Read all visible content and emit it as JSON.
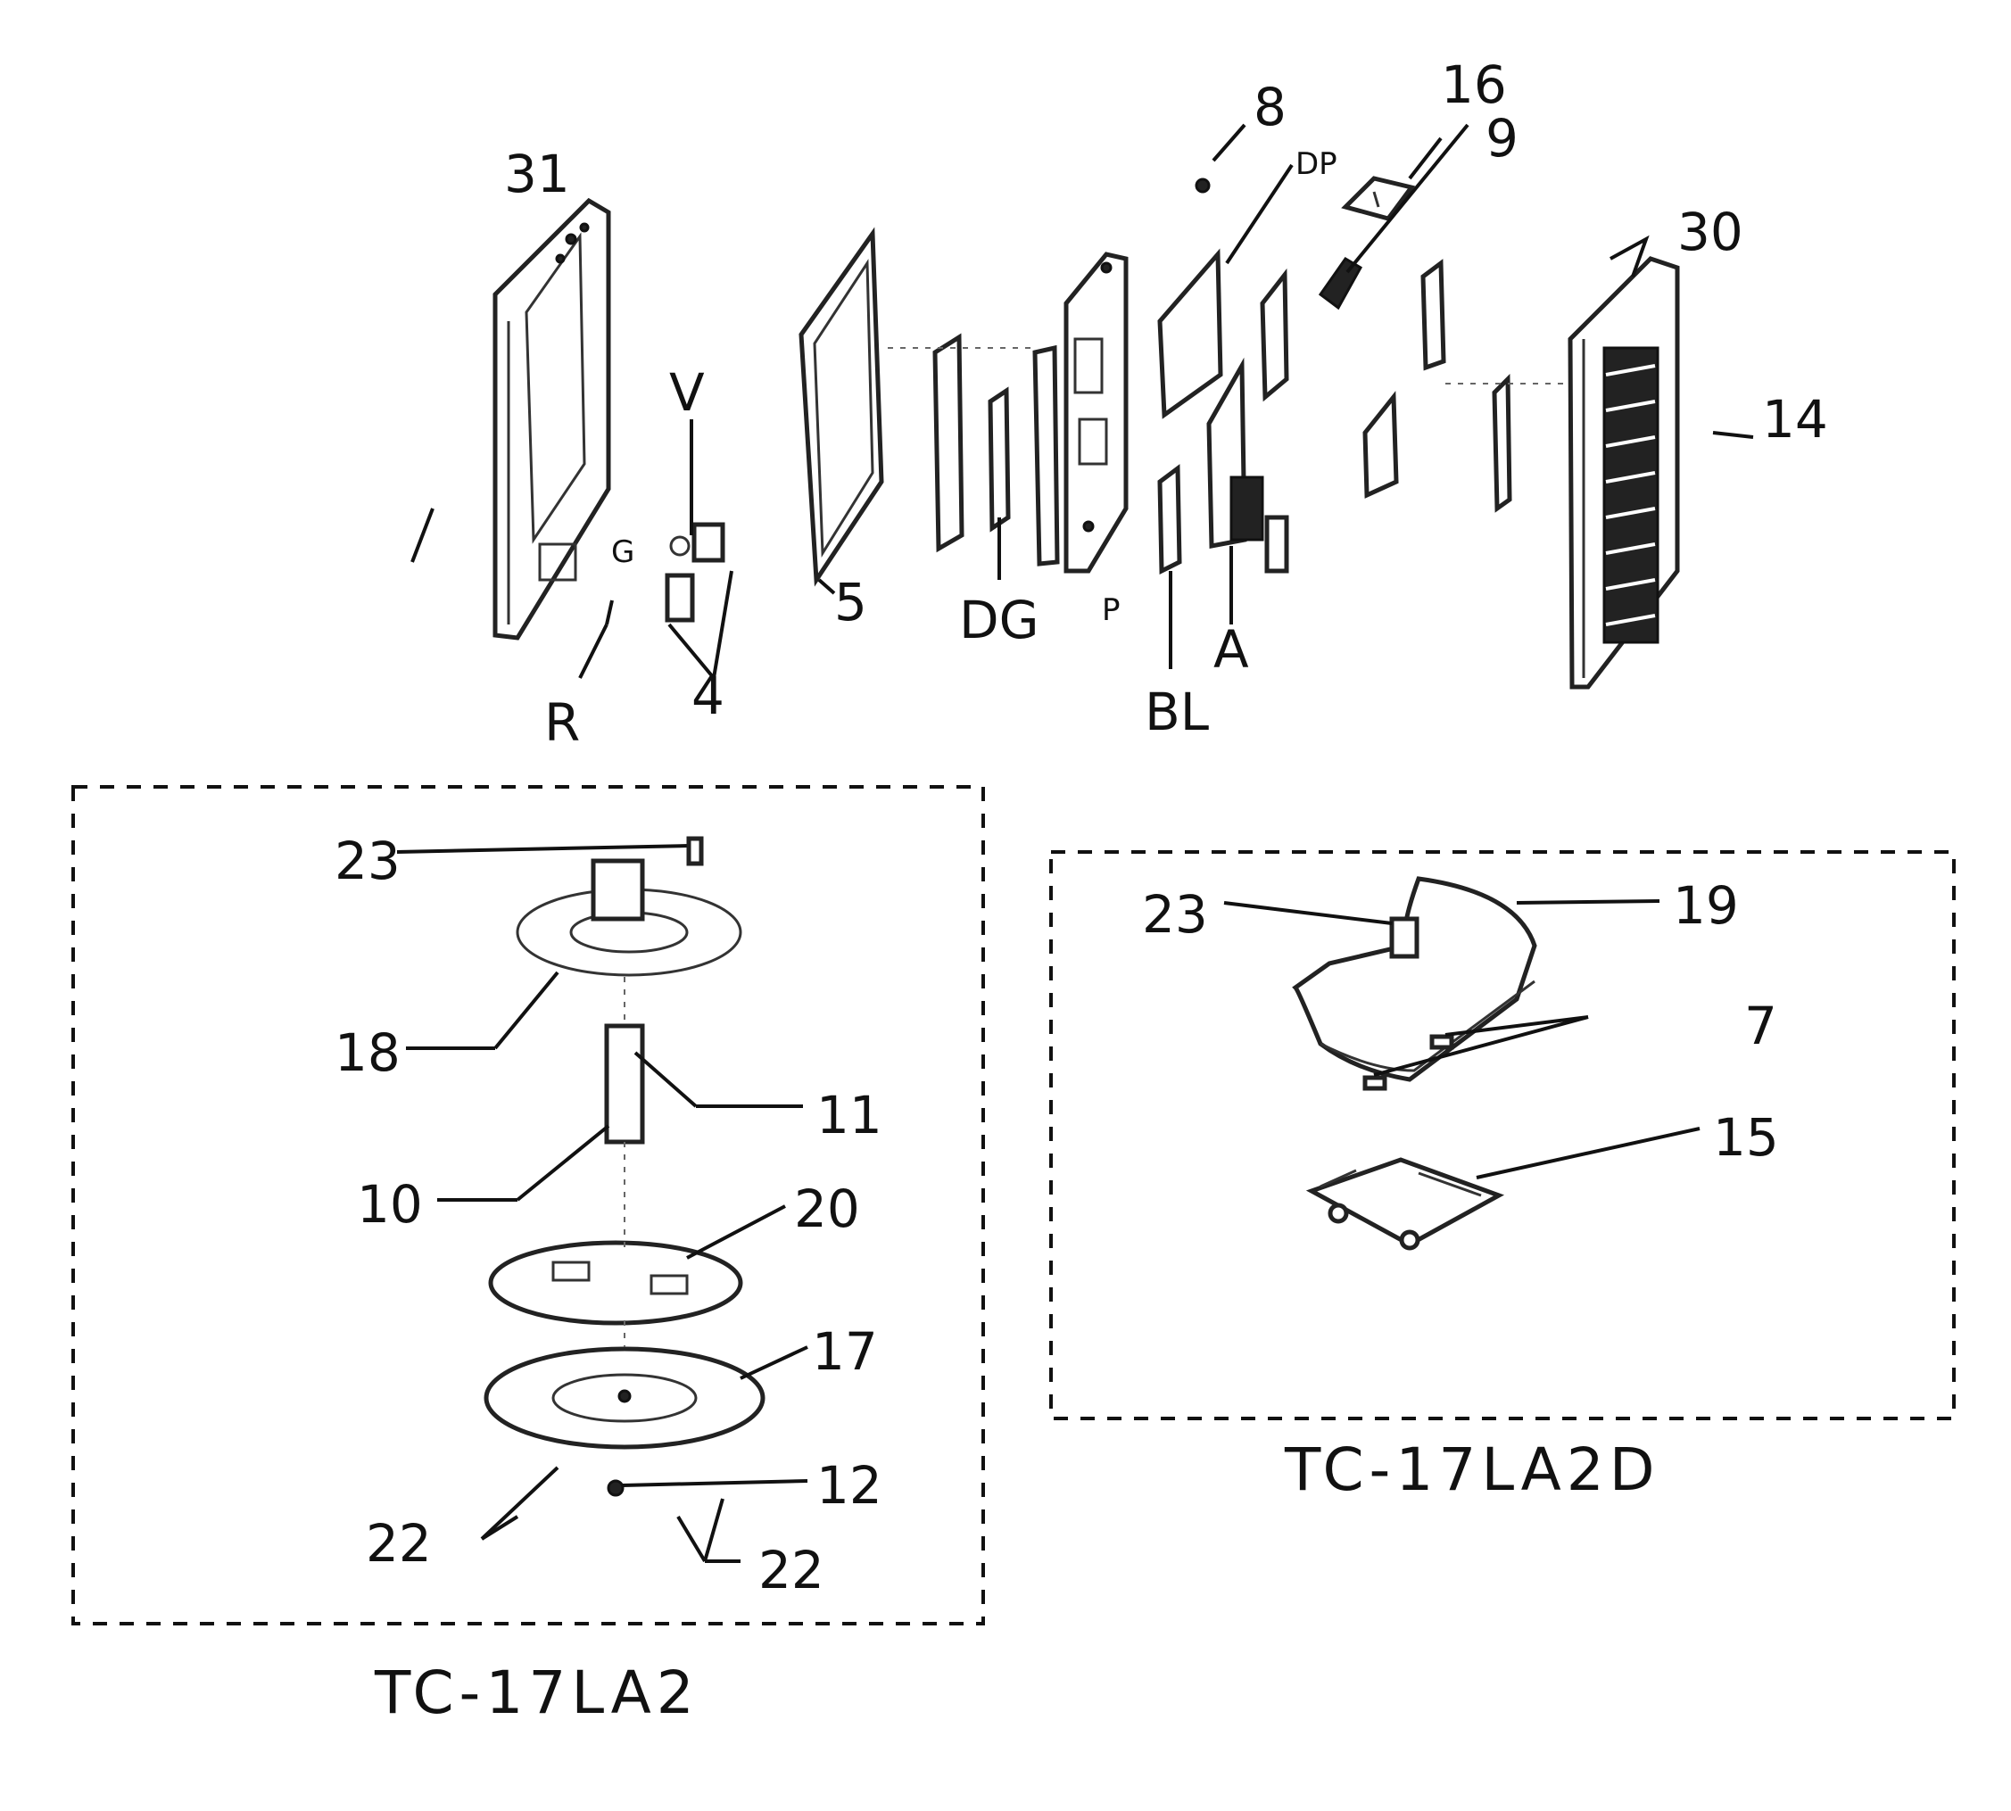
{
  "labels": {
    "l31": "31",
    "l8": "8",
    "l16": "16",
    "l9": "9",
    "lDP": "DP",
    "l30": "30",
    "l14": "14",
    "lV": "V",
    "l5": "5",
    "lDG": "DG",
    "lP": "P",
    "lA": "A",
    "lBL": "BL",
    "lR": "R",
    "l4": "4",
    "lG": "G",
    "b23a": "23",
    "b18": "18",
    "b11": "11",
    "b10": "10",
    "b20": "20",
    "b17": "17",
    "b12": "12",
    "b22a": "22",
    "b22b": "22",
    "c23": "23",
    "c19": "19",
    "c7": "7",
    "c15": "15"
  },
  "captions": {
    "left_box": "TC-17LA2",
    "right_box": "TC-17LA2D"
  }
}
